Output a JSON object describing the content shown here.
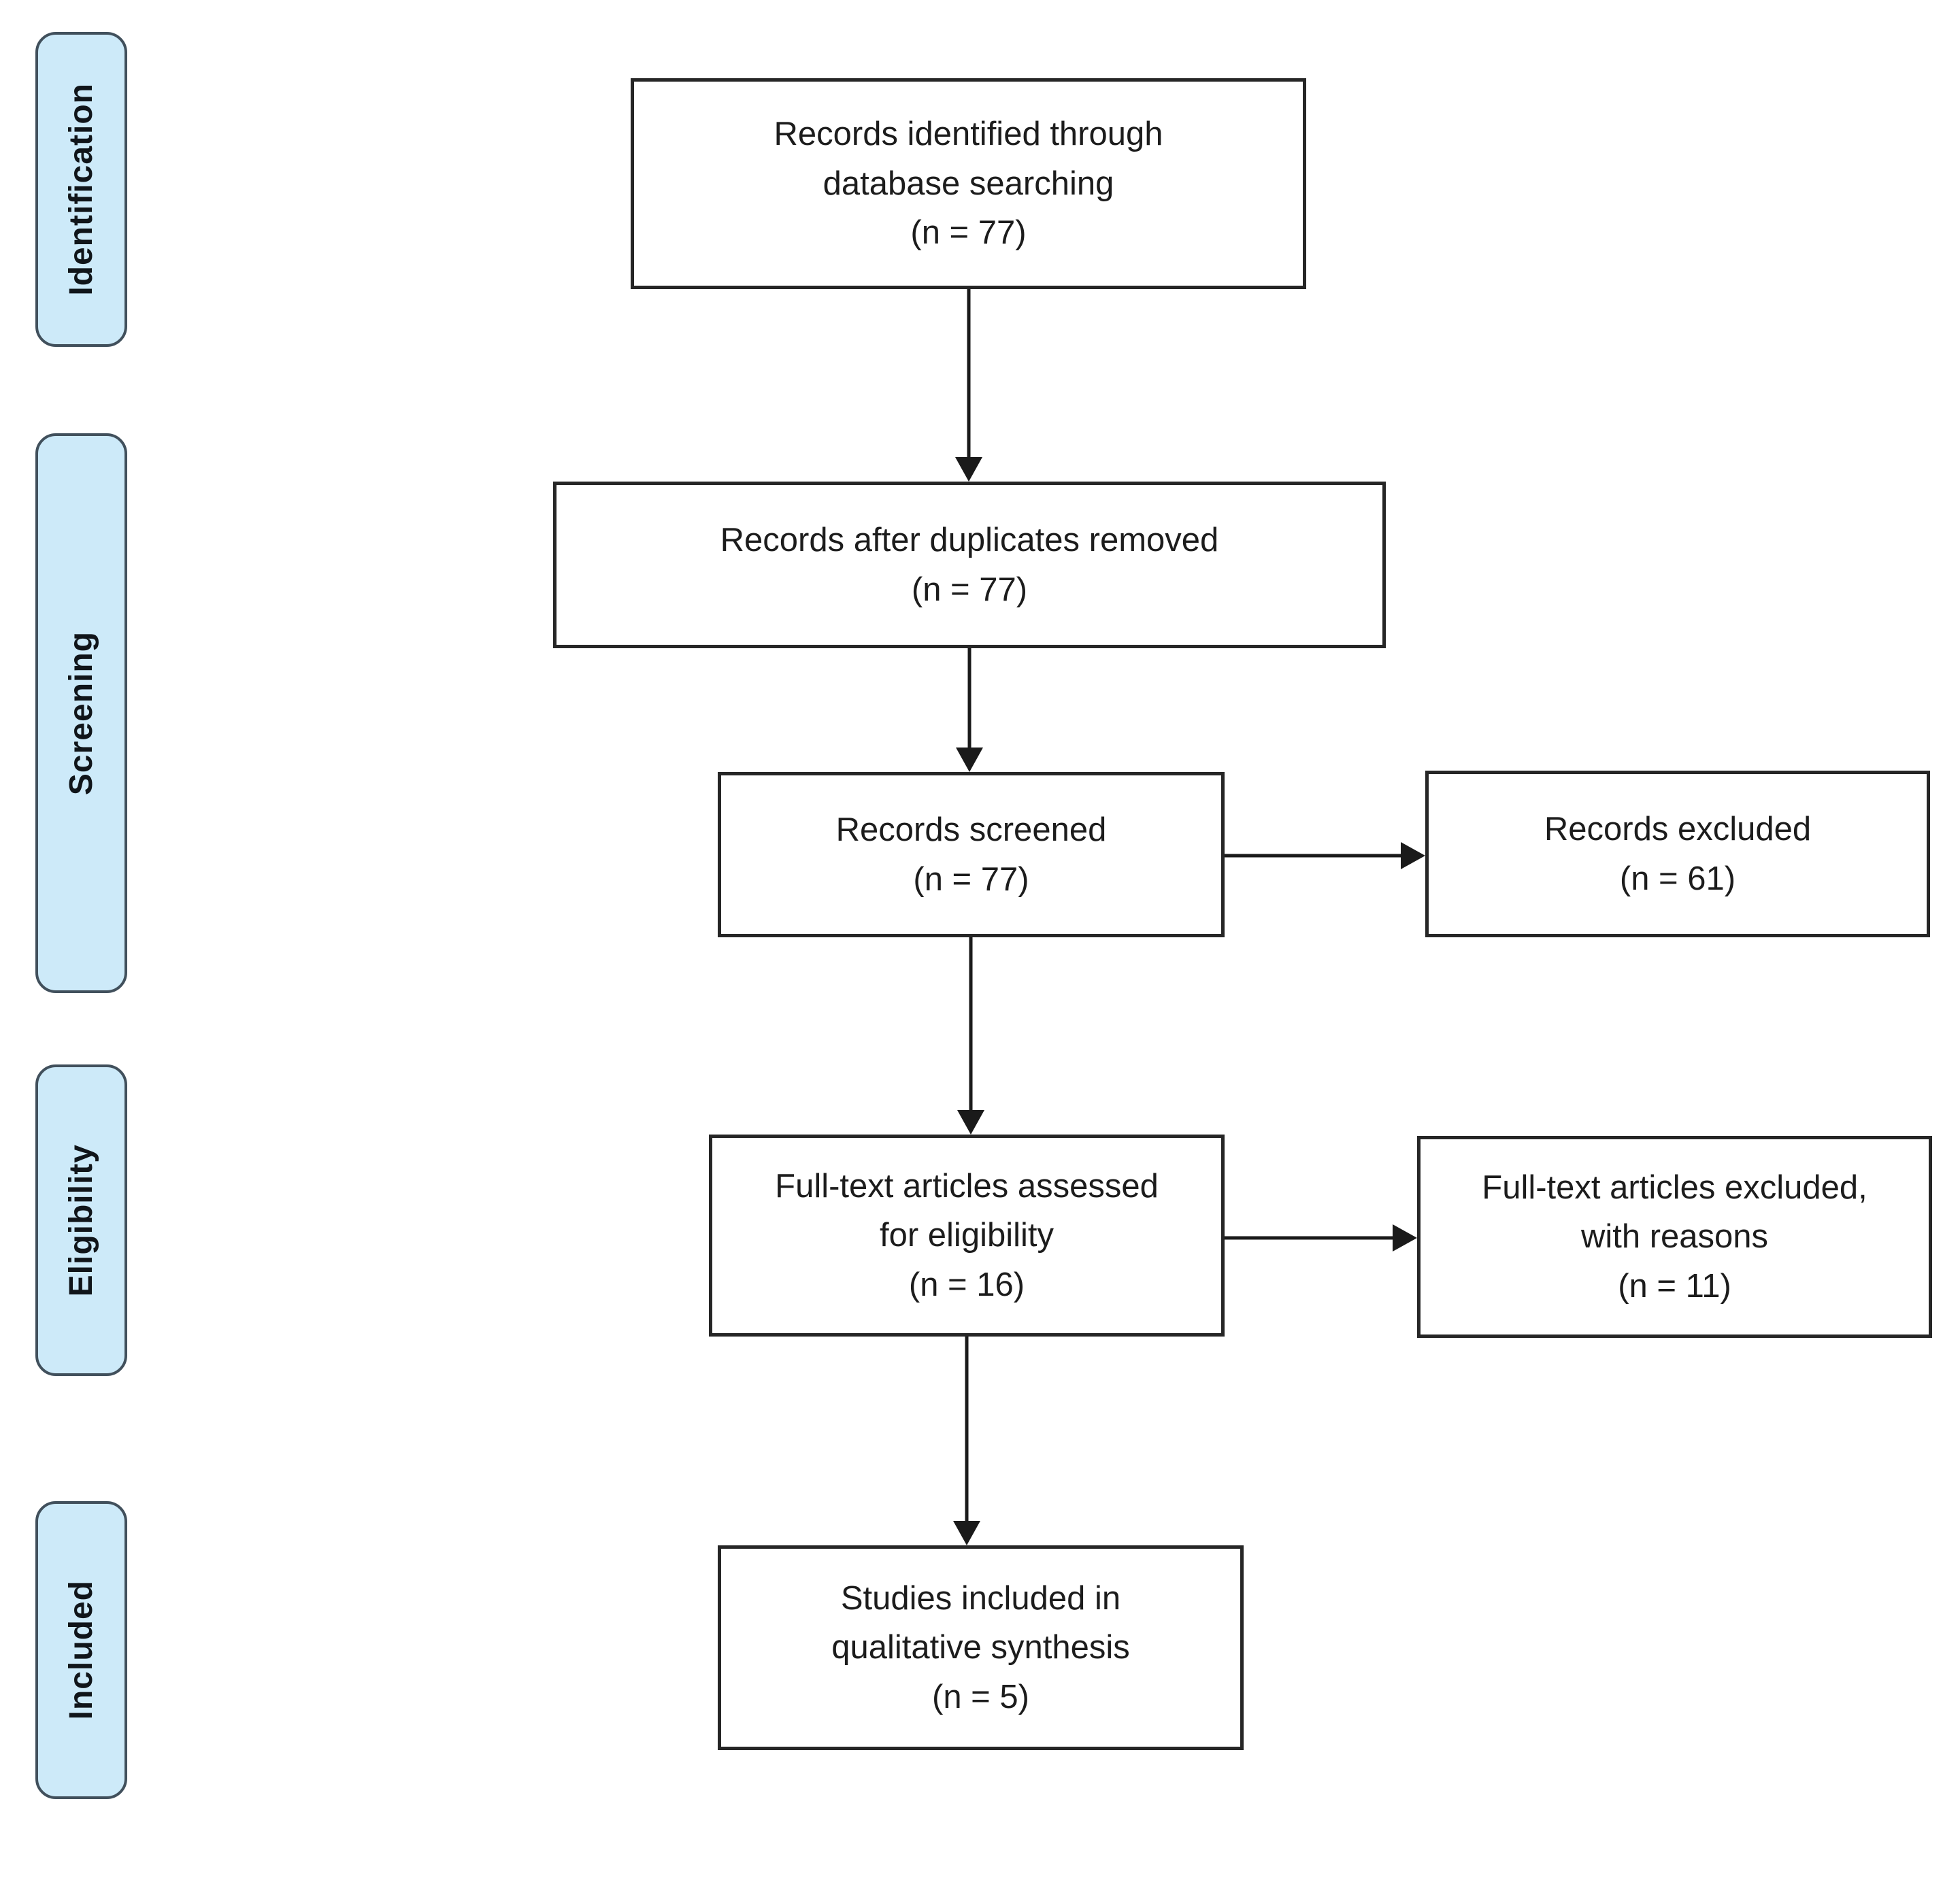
{
  "colors": {
    "stage_fill": "#cdeaf9",
    "stage_border": "#41505c",
    "box_border": "#262626",
    "arrow": "#1a1a1a",
    "text": "#1c1c1c"
  },
  "stages": [
    {
      "label": "Identification"
    },
    {
      "label": "Screening"
    },
    {
      "label": "Eligibility"
    },
    {
      "label": "Included"
    }
  ],
  "boxes": {
    "identified": {
      "line1": "Records identified through",
      "line2": "database searching",
      "count": "(n = 77)"
    },
    "deduplicated": {
      "line1": "Records after duplicates removed",
      "count": "(n = 77)"
    },
    "screened": {
      "line1": "Records screened",
      "count": "(n = 77)"
    },
    "records_excluded": {
      "line1": "Records excluded",
      "count": "(n = 61)"
    },
    "assessed": {
      "line1": "Full-text articles assessed",
      "line2": "for eligibility",
      "count": "(n = 16)"
    },
    "fulltext_excluded": {
      "line1": "Full-text articles excluded,",
      "line2": "with reasons",
      "count": "(n = 11)"
    },
    "included": {
      "line1": "Studies included in",
      "line2": "qualitative synthesis",
      "count": "(n = 5)"
    }
  }
}
